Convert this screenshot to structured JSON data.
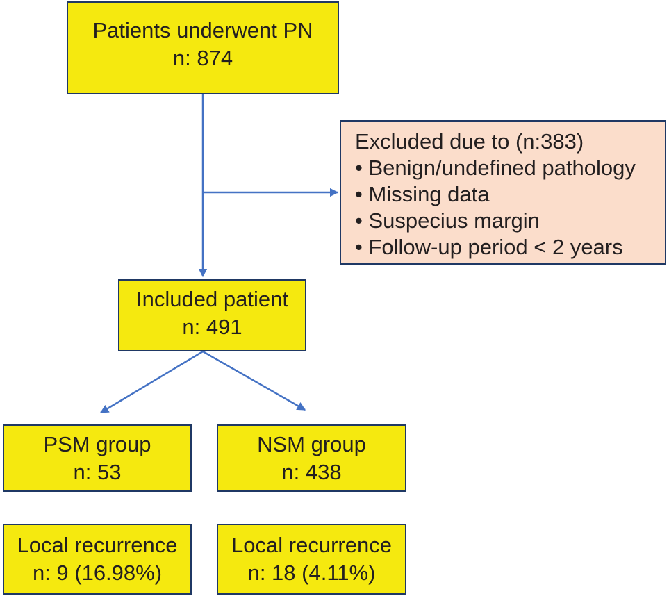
{
  "colors": {
    "box_fill": "#f5e90f",
    "excluded_fill": "#fbddcb",
    "border": "#1f3864",
    "arrow": "#4472c4"
  },
  "top_box": {
    "line1": "Patients underwent PN",
    "line2": "n: 874"
  },
  "excluded_box": {
    "title": "Excluded due to (n:383)",
    "items": [
      "• Benign/undefined pathology",
      "• Missing data",
      "• Suspecius margin",
      "• Follow-up period < 2 years"
    ]
  },
  "included_box": {
    "line1": "Included patient",
    "line2": "n: 491"
  },
  "psm_box": {
    "line1": "PSM group",
    "line2": "n: 53"
  },
  "nsm_box": {
    "line1": "NSM group",
    "line2": "n: 438"
  },
  "psm_recurrence_box": {
    "line1": "Local recurrence",
    "line2": "n: 9 (16.98%)"
  },
  "nsm_recurrence_box": {
    "line1": "Local recurrence",
    "line2": "n: 18 (4.11%)"
  }
}
